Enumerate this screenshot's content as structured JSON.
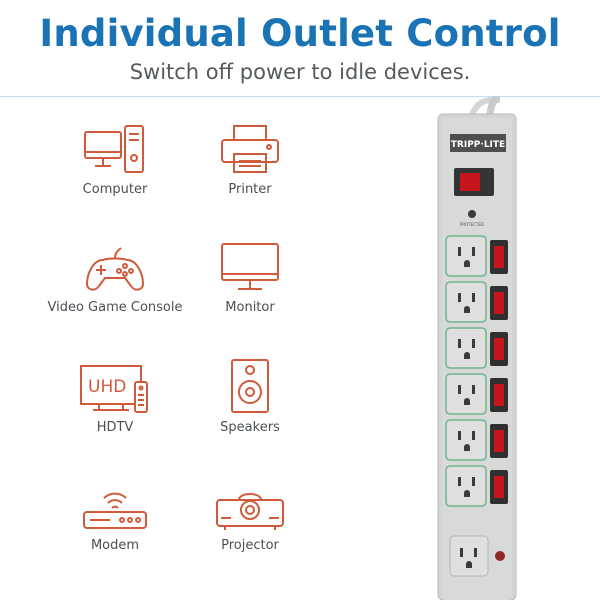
{
  "header": {
    "title": "Individual Outlet Control",
    "subtitle": "Switch off power to idle devices."
  },
  "colors": {
    "title": "#1a73b5",
    "icon": "#cf5a3c",
    "strip_body": "#d3d5d4",
    "switch_red": "#c4161c",
    "outlet_border": "#6fb58a"
  },
  "devices": [
    {
      "label": "Computer",
      "icon": "computer-icon"
    },
    {
      "label": "Printer",
      "icon": "printer-icon"
    },
    {
      "label": "Video Game Console",
      "icon": "game-controller-icon"
    },
    {
      "label": "Monitor",
      "icon": "monitor-icon"
    },
    {
      "label": "HDTV",
      "icon": "hdtv-icon"
    },
    {
      "label": "Speakers",
      "icon": "speaker-icon"
    },
    {
      "label": "Modem",
      "icon": "modem-icon"
    },
    {
      "label": "Projector",
      "icon": "projector-icon"
    }
  ],
  "tv_badge": "UHD",
  "power_strip": {
    "brand": "TRIPP·LITE",
    "switched_outlets": 6,
    "protected_label": "PROTECTED"
  }
}
